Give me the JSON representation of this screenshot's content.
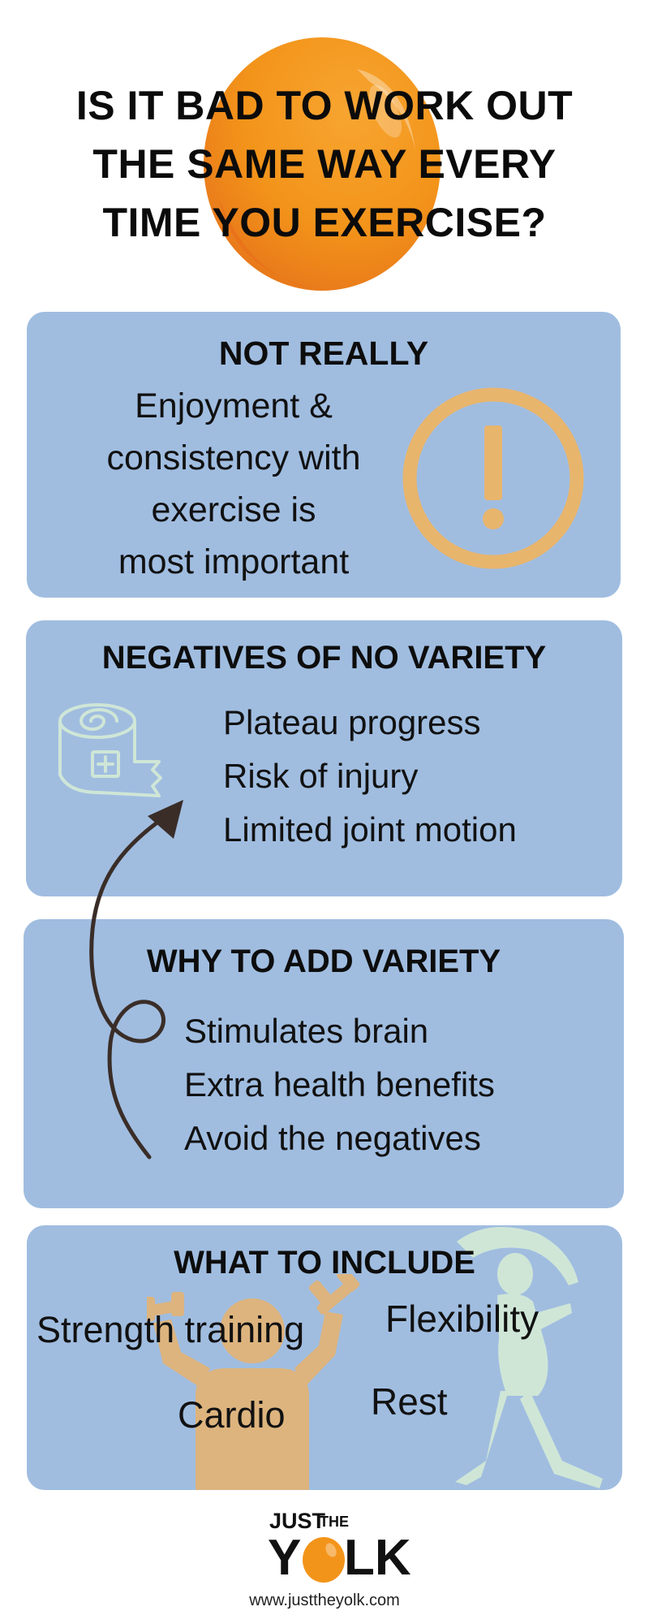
{
  "title": {
    "lines": [
      "IS IT BAD TO WORK OUT",
      "THE SAME WAY EVERY",
      "TIME YOU EXERCISE?"
    ]
  },
  "sections": {
    "not_really": {
      "heading": "NOT REALLY",
      "lines": [
        "Enjoyment &",
        "consistency with",
        "exercise is",
        "most important"
      ],
      "icon": "exclamation-circle-icon"
    },
    "negatives": {
      "heading": "NEGATIVES OF NO VARIETY",
      "items": [
        "Plateau progress",
        "Risk of injury",
        "Limited joint motion"
      ],
      "icon": "bandage-roll-icon"
    },
    "why_variety": {
      "heading": "WHY TO ADD VARIETY",
      "items": [
        "Stimulates brain",
        "Extra health benefits",
        "Avoid the negatives"
      ],
      "icon": "loop-arrow-icon"
    },
    "include": {
      "heading": "WHAT TO INCLUDE",
      "items": {
        "strength": "Strength training",
        "flexibility": "Flexibility",
        "cardio": "Cardio",
        "rest": "Rest"
      },
      "icons": [
        "dumbbell-lifter-icon",
        "stretching-person-icon"
      ]
    }
  },
  "brand": {
    "word_top": "JUST",
    "word_the": "THE",
    "word_bottom_start": "Y",
    "word_bottom_end": "LK",
    "url": "www.justtheyolk.com"
  },
  "colors": {
    "card": "#a0bde0",
    "accent_orange": "#f3941a",
    "icon_orange": "#e8b56d",
    "icon_mint": "#cfe6d7",
    "figure_tan": "#ddb47e",
    "arrow": "#3a2d28"
  }
}
